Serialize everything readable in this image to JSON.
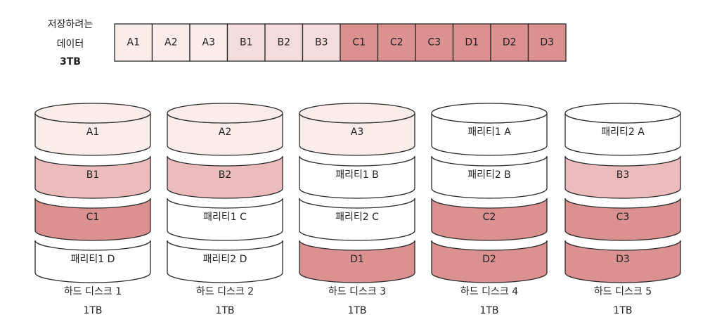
{
  "data_row": {
    "label_lines": [
      "저장하려는",
      "데이터",
      "3TB"
    ],
    "cells": [
      {
        "label": "A1",
        "fill": "#fbecec"
      },
      {
        "label": "A2",
        "fill": "#fbecec"
      },
      {
        "label": "A3",
        "fill": "#fbecec"
      },
      {
        "label": "B1",
        "fill": "#f4dcdc"
      },
      {
        "label": "B2",
        "fill": "#f4dcdc"
      },
      {
        "label": "B3",
        "fill": "#f4dcdc"
      },
      {
        "label": "C1",
        "fill": "#dc9191"
      },
      {
        "label": "C2",
        "fill": "#dc9191"
      },
      {
        "label": "C3",
        "fill": "#dc9191"
      },
      {
        "label": "D1",
        "fill": "#dc9191"
      },
      {
        "label": "D2",
        "fill": "#dc9191"
      },
      {
        "label": "D3",
        "fill": "#dc9191"
      }
    ]
  },
  "disks": [
    {
      "name": "하드 디스크 1",
      "capacity": "1TB",
      "layers": [
        {
          "label": "A1",
          "fill": "#fbecec"
        },
        {
          "label": "B1",
          "fill": "#ecbcbc"
        },
        {
          "label": "C1",
          "fill": "#dc9191"
        },
        {
          "label": "패리티1 D",
          "fill": "#ffffff"
        }
      ]
    },
    {
      "name": "하드 디스크 2",
      "capacity": "1TB",
      "layers": [
        {
          "label": "A2",
          "fill": "#fbecec"
        },
        {
          "label": "B2",
          "fill": "#ecbcbc"
        },
        {
          "label": "패리티1 C",
          "fill": "#ffffff"
        },
        {
          "label": "패리티2 D",
          "fill": "#ffffff"
        }
      ]
    },
    {
      "name": "하드 디스크 3",
      "capacity": "1TB",
      "layers": [
        {
          "label": "A3",
          "fill": "#fbecec"
        },
        {
          "label": "패리티1 B",
          "fill": "#ffffff"
        },
        {
          "label": "패리티2 C",
          "fill": "#ffffff"
        },
        {
          "label": "D1",
          "fill": "#dc9191"
        }
      ]
    },
    {
      "name": "하드 디스크 4",
      "capacity": "1TB",
      "layers": [
        {
          "label": "패리티1 A",
          "fill": "#ffffff"
        },
        {
          "label": "패리티2 B",
          "fill": "#ffffff"
        },
        {
          "label": "C2",
          "fill": "#dc9191"
        },
        {
          "label": "D2",
          "fill": "#dc9191"
        }
      ]
    },
    {
      "name": "하드 디스크 5",
      "capacity": "1TB",
      "layers": [
        {
          "label": "패리티2 A",
          "fill": "#ffffff"
        },
        {
          "label": "B3",
          "fill": "#ecbcbc"
        },
        {
          "label": "C3",
          "fill": "#dc9191"
        },
        {
          "label": "D3",
          "fill": "#dc9191"
        }
      ]
    }
  ],
  "stroke_color": "#2a2a2a"
}
